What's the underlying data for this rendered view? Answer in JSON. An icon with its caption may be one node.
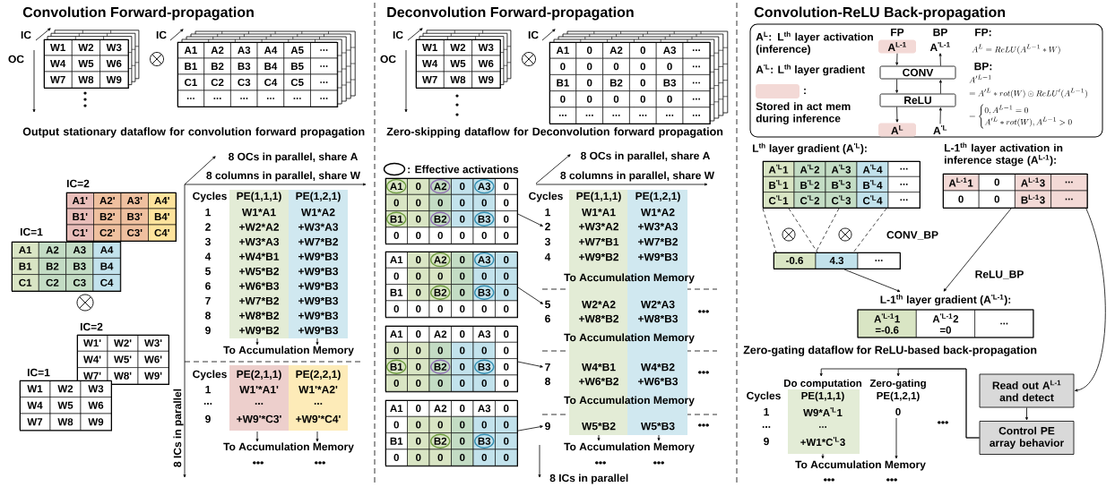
{
  "diagram": {
    "nodes": [
      {
        "text": [
          "W1",
          "W2",
          "W3",
          "W4",
          "W5",
          "W6",
          "W7",
          "W8",
          "W9"
        ]
      },
      {
        "text": [
          "A1",
          "A2",
          "A3",
          "A4",
          "A5",
          "...",
          "B1",
          "B2",
          "B3",
          "B4",
          "B5",
          "...",
          "C1",
          "C2",
          "C3",
          "C4",
          "C5",
          "...",
          "...",
          "...",
          "...",
          "...",
          "...",
          "..."
        ]
      },
      {
        "text": [
          "A1'",
          "A2'",
          "A3'",
          "A4'",
          "B1'",
          "B2'",
          "B3'",
          "B4'",
          "C1'",
          "C2'",
          "C3'",
          "C4'"
        ],
        "beside": [
          "IC=2"
        ]
      },
      {
        "text": [
          "A1",
          "A2",
          "A3",
          "A4",
          "B1",
          "B2",
          "B3",
          "B4",
          "C1",
          "C2",
          "C3",
          "C4"
        ],
        "beside": [
          "IC=1"
        ]
      },
      {
        "text": [
          "W1'",
          "W2'",
          "W3'",
          "W4'",
          "W5'",
          "W6'",
          "W7'",
          "W8'",
          "W9'"
        ],
        "beside": [
          "IC=2"
        ]
      },
      {
        "text": [
          "W1",
          "W2",
          "W3",
          "W4",
          "W5",
          "W6",
          "W7",
          "W8",
          "W9"
        ],
        "beside": [
          "IC=1"
        ]
      },
      {
        "text": [
          "PE(1,1,1)",
          "W1*A1",
          "+W2*A2",
          "+W3*A3",
          "+W4*B1",
          "+W5*B2",
          "+W6*B3",
          "+W7*B2",
          "+W8*B2",
          "+W9*B2"
        ]
      },
      {
        "text": [
          "PE(1,2,1)",
          "W1*A2",
          "+W3*A3",
          "+W7*B2",
          "+W9*B3",
          "+W9*B3",
          "+W9*B3",
          "+W9*B3",
          "+W9*B3",
          "+W9*B3"
        ]
      },
      {
        "text": [
          "PE(2,1,1)",
          "W1'*A1'",
          "...",
          "+W9'*C3'"
        ]
      },
      {
        "text": [
          "PE(2,2,1)",
          "W1'*A2'",
          "...",
          "+W9'*C4'"
        ]
      },
      {
        "text": [
          "W1",
          "W2",
          "W3",
          "W4",
          "W5",
          "W6",
          "W7",
          "W8",
          "W9"
        ]
      },
      {
        "text": [
          "A1",
          "0",
          "A2",
          "0",
          "A3",
          "...",
          "0",
          "0",
          "0",
          "0",
          "0",
          "...",
          "B1",
          "0",
          "B2",
          "0",
          "B3",
          "...",
          "0",
          "0",
          "0",
          "0",
          "0",
          "...",
          "...",
          "...",
          "...",
          "...",
          "...",
          "..."
        ]
      },
      {
        "text": [
          "A1",
          "0",
          "A2",
          "0",
          "A3",
          "0",
          "0",
          "0",
          "0",
          "0",
          "0",
          "0",
          "B1",
          "0",
          "B2",
          "0",
          "B3",
          "0",
          "0",
          "0",
          "0",
          "0",
          "0",
          "0"
        ]
      },
      {
        "text": [
          "A1",
          "0",
          "A2",
          "0",
          "A3",
          "0",
          "0",
          "0",
          "0",
          "0",
          "0",
          "0",
          "B1",
          "0",
          "B2",
          "0",
          "B3",
          "0",
          "0",
          "0",
          "0",
          "0",
          "0",
          "0"
        ]
      },
      {
        "text": [
          "A1",
          "0",
          "A2",
          "0",
          "A3",
          "0",
          "0",
          "0",
          "0",
          "0",
          "0",
          "0",
          "B1",
          "0",
          "B2",
          "0",
          "B3",
          "0",
          "0",
          "0",
          "0",
          "0",
          "0",
          "0"
        ]
      },
      {
        "text": [
          "A1",
          "0",
          "A2",
          "0",
          "A3",
          "0",
          "0",
          "0",
          "0",
          "0",
          "0",
          "0",
          "B1",
          "0",
          "B2",
          "0",
          "B3",
          "0",
          "0",
          "0",
          "0",
          "0",
          "0",
          "0"
        ]
      },
      {
        "text": [
          "PE(1,1,1)",
          "W1*A1",
          "+W3*A2",
          "+W7*B1",
          "+W9*B2"
        ]
      },
      {
        "text": [
          "PE(1,2,1)",
          "W1*A2",
          "+W3*A3",
          "+W7*B2",
          "+W9*B3"
        ]
      },
      {
        "text": [
          "W2*A2",
          "+W8*B2"
        ]
      },
      {
        "text": [
          "W2*A3",
          "+W8*B3"
        ]
      },
      {
        "text": [
          "W4*B1",
          "+W6*B2"
        ]
      },
      {
        "text": [
          "W4*B2",
          "+W6*B3"
        ]
      },
      {
        "text": [
          "W5*B2"
        ]
      },
      {
        "text": [
          "W5*B3"
        ]
      },
      {
        "text": [
          "A$^{L-1}$"
        ],
        "beside": [
          "FP"
        ]
      },
      {
        "text": [
          "CONV"
        ]
      },
      {
        "text": [
          "ReLU"
        ]
      },
      {
        "text": [
          "A$^{L}$"
        ]
      },
      {
        "text": [
          "A$^{'L-1}$"
        ],
        "beside": [
          "BP"
        ]
      },
      {
        "text": [
          "A$^{'L}$"
        ]
      },
      {
        "text": [
          "A$^{'L}$1",
          "A$^{'L}$2",
          "A$^{'L}$3",
          "A$^{'L}$4",
          "...",
          "B$^{'L}$1",
          "B$^{'L}$2",
          "B$^{'L}$3",
          "B$^{'L}$4",
          "...",
          "C$^{'L}$1",
          "C$^{'L}$2",
          "C$^{'L}$3",
          "C$^{'L}$4",
          "..."
        ],
        "beside": [
          "L$^{th}$ layer gradient (A$^{'L}$):"
        ]
      },
      {
        "text": [
          "A$^{L-1}$1",
          "0",
          "A$^{L-1}$3",
          "...",
          "0",
          "0",
          "B$^{L-1}$3",
          "..."
        ],
        "beside": [
          "L-1$^{th}$ layer activation in inference stage (A$^{L-1}$):"
        ]
      },
      {
        "text": [
          "-0.6",
          "4.3",
          "..."
        ]
      },
      {
        "text": [
          "L-1$^{th}$ layer gradient (A$^{'L-1}$):",
          "A$^{'L-1}$1 =-0.6",
          "A$^{'L-1}$2 =0",
          "..."
        ]
      },
      {
        "text": [
          "Read out A$^{L-1}$ and detect"
        ]
      },
      {
        "text": [
          "Control PE array behavior"
        ]
      },
      {
        "text": [
          "Do computation",
          "PE(1,1,1)",
          "W9*A$^{'L}$1",
          "...",
          "+W1*C$^{'L}$3"
        ]
      },
      {
        "text": [
          "Zero-gating",
          "PE(1,2,1)",
          "0"
        ]
      },
      {
        "text": [
          "2"
        ]
      },
      {
        "text": [
          "5"
        ]
      },
      {
        "text": [
          "7"
        ]
      },
      {
        "text": [
          "9"
        ]
      }
    ],
    "edges": [
      {
        "from": 24,
        "to": 25,
        "arrow": "to"
      },
      {
        "from": 25,
        "to": 26,
        "arrow": "to"
      },
      {
        "from": 26,
        "to": 27,
        "arrow": "to"
      },
      {
        "from": 29,
        "to": 26,
        "arrow": "to"
      },
      {
        "from": 26,
        "to": 25,
        "arrow": "to"
      },
      {
        "from": 25,
        "to": 28,
        "arrow": "to"
      },
      {
        "from": 12,
        "to": 38,
        "arrow": "to"
      },
      {
        "from": 13,
        "to": 39,
        "arrow": "to"
      },
      {
        "from": 14,
        "to": 40,
        "arrow": "to"
      },
      {
        "from": 15,
        "to": 41,
        "arrow": "to"
      },
      {
        "from": 32,
        "to": 33,
        "arrow": "to"
      },
      {
        "from": 30,
        "to": 32,
        "arrow": "none",
        "style": "dashed"
      },
      {
        "from": 30,
        "to": 32,
        "arrow": "none",
        "style": "dashed"
      },
      {
        "from": 30,
        "to": 32,
        "arrow": "none",
        "style": "dashed"
      },
      {
        "from": 30,
        "to": 32,
        "arrow": "none",
        "style": "dashed"
      },
      {
        "from": 31,
        "to": 33,
        "arrow": "to"
      },
      {
        "from": 31,
        "to": 34,
        "arrow": "to"
      },
      {
        "from": 34,
        "to": 35,
        "arrow": "to"
      },
      {
        "from": 35,
        "to": 36,
        "arrow": "to"
      },
      {
        "from": 35,
        "to": 37,
        "arrow": "to"
      }
    ],
    "labels": [
      "Convolution Forward-propagation",
      "IC",
      "OC",
      "IC",
      "Output stationary dataflow for convolution forward propagation",
      "8 OCs in parallel, share A",
      "8 columns in parallel, share W",
      "Cycles",
      "1",
      "2",
      "3",
      "4",
      "5",
      "6",
      "7",
      "8",
      "9",
      "To Accumulation Memory",
      "Cycles",
      "1",
      "...",
      "9",
      "To Accumulation Memory",
      "•••",
      "•••",
      "8 ICs in parallel",
      "Deconvolution Forward-propagation",
      "IC",
      "OC",
      "IC",
      "Zero-skipping dataflow for Deconvolution forward propagation",
      "8 OCs in parallel, share A",
      "8 columns in parallel, share W",
      "Cycles",
      "1",
      "3",
      "4",
      "To Accumulation Memory",
      "6",
      "•••",
      "To Accumulation Memory",
      "8",
      "•••",
      "To Accumulation Memory",
      "•••",
      "To Accumulation Memory",
      "•••",
      "•••",
      "8 ICs in parallel",
      "Convolution-ReLU Back-propagation",
      "A$^{L}$: L$^{th}$ layer activation (inference)",
      "A$^{'L}$: L$^{th}$ layer gradient",
      ":",
      "FP:",
      "A^{L} = ReLU(A^{L-1} * W)",
      "BP:",
      "A'^{L-1}",
      "= A'^{L} * rot(W) \\odot ReLU'(A^{L-1})",
      "= \\begin{cases} 0, A^{L-1} = 0 \\\\ A'^{L} * rot(W), A^{L-1} > 0 \\end{cases}",
      "CONV_BP",
      "ReLU_BP",
      "Zero-gating dataflow for ReLU-based back-propagation",
      "Cycles",
      "1",
      "...",
      "9",
      "•••",
      "To Accumulation Memory",
      "•••",
      "•••"
    ],
    "legend": [
      {
        "text": ": Effective activations"
      },
      {
        "text": "Stored in act mem during inference",
        "color": "#f3d9d6"
      }
    ]
  }
}
